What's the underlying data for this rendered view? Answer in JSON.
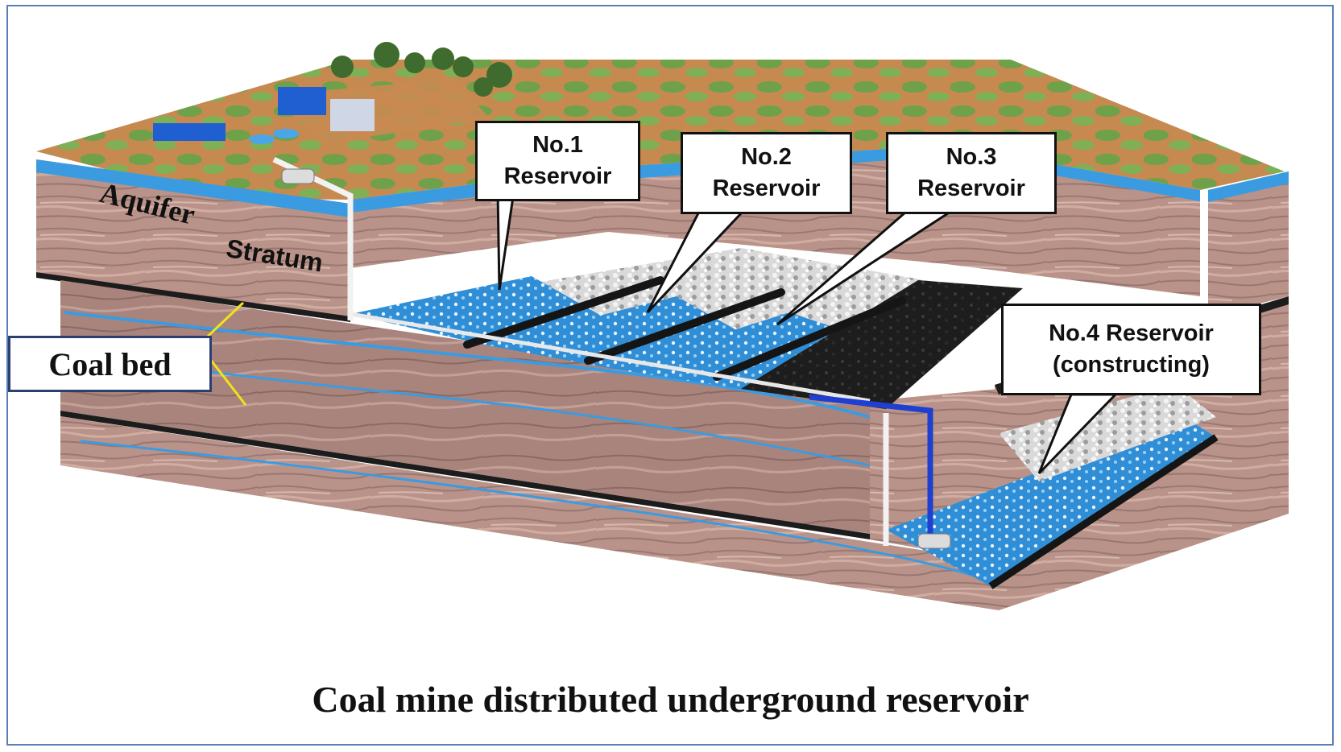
{
  "labels": {
    "aquifer": "Aquifer",
    "stratum": "Stratum",
    "coal_bed": "Coal bed"
  },
  "reservoirs": [
    {
      "line1": "No.1",
      "line2": "Reservoir"
    },
    {
      "line1": "No.2",
      "line2": "Reservoir"
    },
    {
      "line1": "No.3",
      "line2": "Reservoir"
    },
    {
      "line1": "No.4 Reservoir",
      "line2": "(constructing)"
    }
  ],
  "caption": "Coal mine distributed underground reservoir",
  "colors": {
    "frame": "#5b7fb8",
    "water": "#3b9be0",
    "rock": "#b9958a",
    "coal": "#1c1c1c",
    "soil": "#c98a52",
    "grass": "#6fa04a",
    "pipe_blue": "#1f3fd1",
    "leader_yellow": "#f2e21a"
  }
}
